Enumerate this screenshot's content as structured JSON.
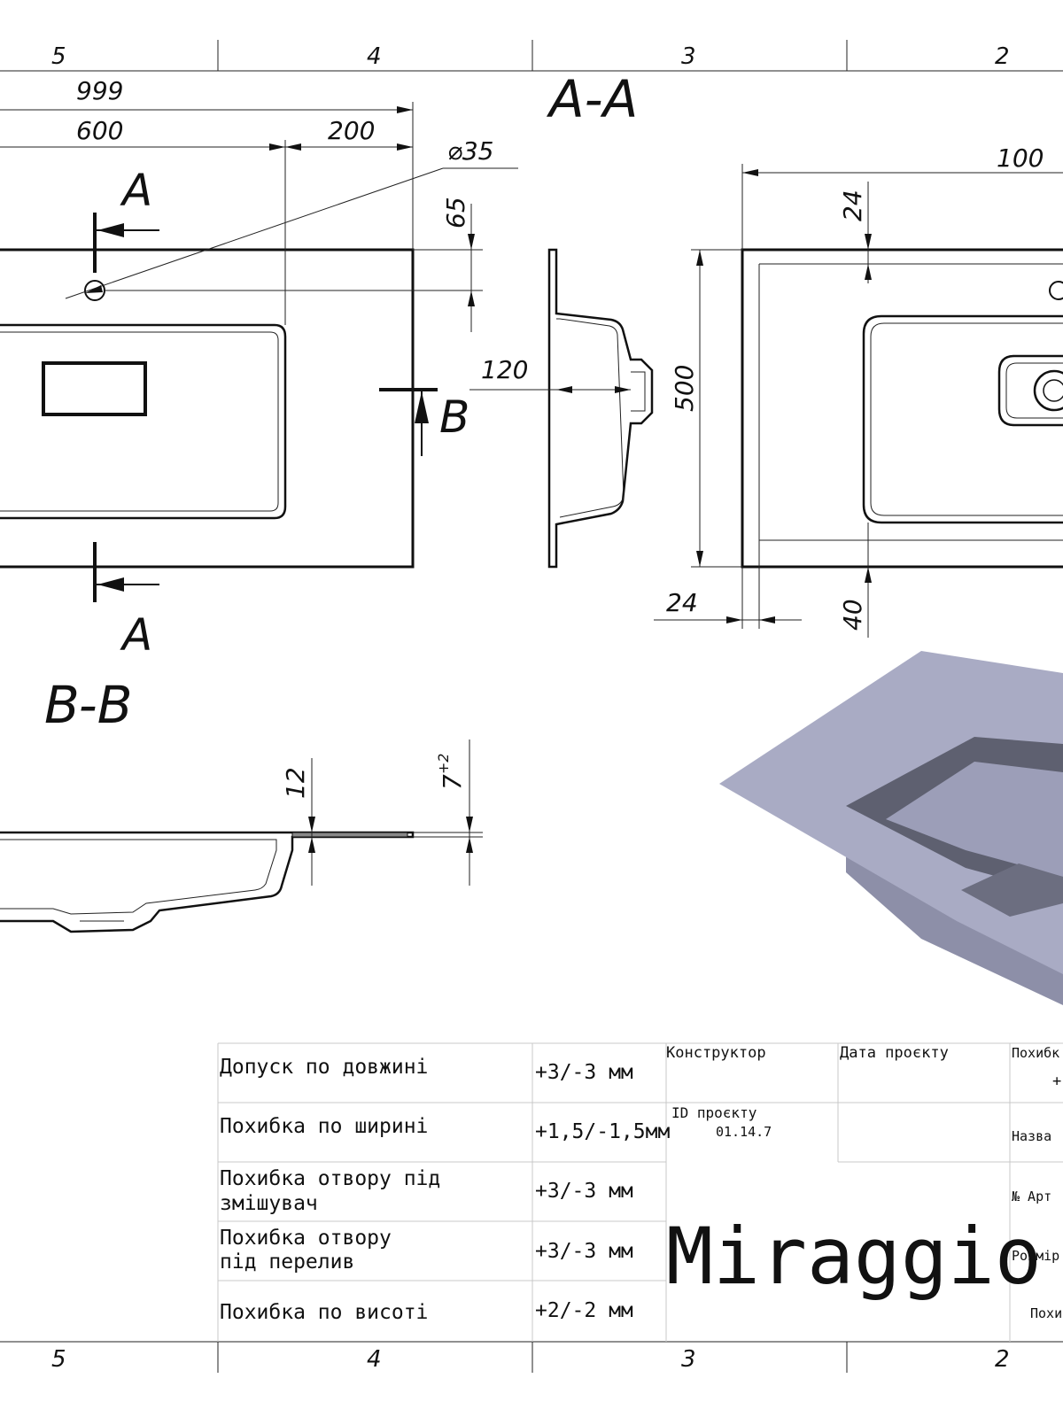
{
  "zones": [
    "5",
    "4",
    "3",
    "2"
  ],
  "views": {
    "section_aa": "A-A",
    "section_bb": "B-B",
    "cut_a": "A",
    "cut_b": "B"
  },
  "dimensions": {
    "overall_length": "999",
    "bowl_length": "600",
    "deck_length": "200",
    "hole_diameter": "35",
    "hole_offset": "65",
    "depth_120": "120",
    "width_500": "500",
    "width_1000": "100",
    "rim_24_top": "24",
    "rim_24_left": "24",
    "rim_40": "40",
    "thickness_12": "12",
    "thickness_7": "7",
    "tolerance_7": "+2"
  },
  "title_block": {
    "rows": [
      {
        "label": [
          "Допуск по довжині"
        ],
        "value": "+3/-3 мм"
      },
      {
        "label": [
          "Похибка по ширині"
        ],
        "value": "+1,5/-1,5мм"
      },
      {
        "label": [
          "Похибка отвору під",
          "змішувач"
        ],
        "value": "+3/-3 мм"
      },
      {
        "label": [
          "Похибка отвору",
          "під перелив"
        ],
        "value": "+3/-3 мм"
      },
      {
        "label": [
          "Похибка по висоті"
        ],
        "value": "+2/-2 мм"
      }
    ],
    "constructor_label": "Конструктор",
    "date_label": "Дата проєкту",
    "project_id_label": "ID проєкту",
    "project_id": "01.14.7",
    "brand": "Miraggio",
    "right_col": [
      "Похибк",
      "+",
      "Назва",
      "№ Арт",
      "Розмір",
      "Похи"
    ]
  },
  "colors": {
    "render_top": "#a9abc4",
    "render_inner": "#5e6070",
    "render_side": "#8d8fa8"
  }
}
